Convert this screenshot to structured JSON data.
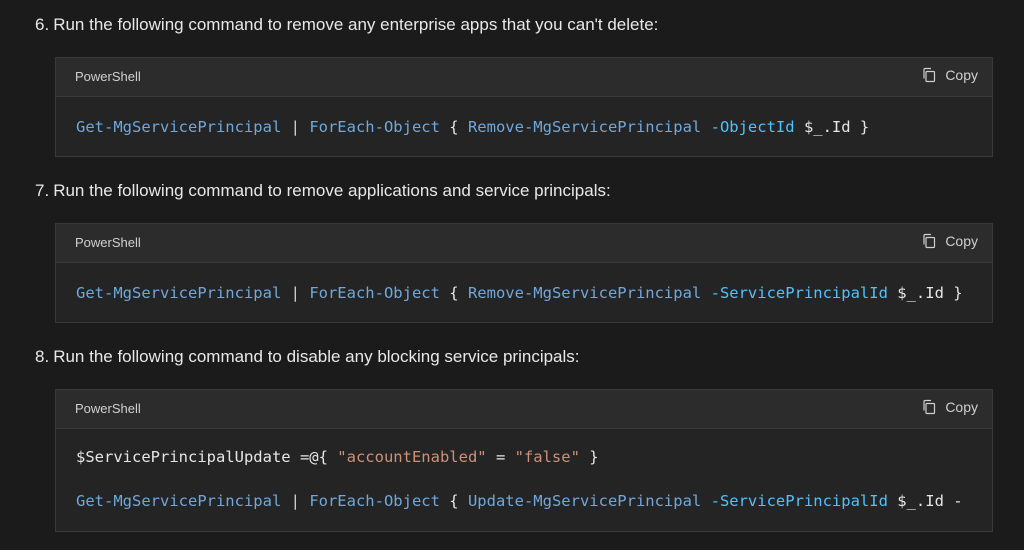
{
  "steps": [
    {
      "number": "6.",
      "text": "Run the following command to remove any enterprise apps that you can't delete:",
      "code_label": "PowerShell",
      "copy_label": "Copy",
      "lines": [
        [
          {
            "t": "Get-MgServicePrincipal",
            "c": "cmd"
          },
          {
            "t": " | ",
            "c": "pipe"
          },
          {
            "t": "ForEach-Object",
            "c": "cmd"
          },
          {
            "t": " { ",
            "c": "plain"
          },
          {
            "t": "Remove-MgServicePrincipal",
            "c": "cmd"
          },
          {
            "t": " ",
            "c": "plain"
          },
          {
            "t": "-ObjectId",
            "c": "param"
          },
          {
            "t": " $_.Id }",
            "c": "plain"
          }
        ]
      ]
    },
    {
      "number": "7.",
      "text": "Run the following command to remove applications and service principals:",
      "code_label": "PowerShell",
      "copy_label": "Copy",
      "lines": [
        [
          {
            "t": "Get-MgServicePrincipal",
            "c": "cmd"
          },
          {
            "t": " | ",
            "c": "pipe"
          },
          {
            "t": "ForEach-Object",
            "c": "cmd"
          },
          {
            "t": " { ",
            "c": "plain"
          },
          {
            "t": "Remove-MgServicePrincipal",
            "c": "cmd"
          },
          {
            "t": " ",
            "c": "plain"
          },
          {
            "t": "-ServicePrincipalId",
            "c": "param"
          },
          {
            "t": " $_.Id }",
            "c": "plain"
          }
        ]
      ]
    },
    {
      "number": "8.",
      "text": "Run the following command to disable any blocking service principals:",
      "code_label": "PowerShell",
      "copy_label": "Copy",
      "lines": [
        [
          {
            "t": "$ServicePrincipalUpdate =@{ ",
            "c": "plain"
          },
          {
            "t": "\"accountEnabled\"",
            "c": "str"
          },
          {
            "t": " = ",
            "c": "plain"
          },
          {
            "t": "\"false\"",
            "c": "str"
          },
          {
            "t": " }",
            "c": "plain"
          }
        ],
        [
          {
            "t": "Get-MgServicePrincipal",
            "c": "cmd"
          },
          {
            "t": " | ",
            "c": "pipe"
          },
          {
            "t": "ForEach-Object",
            "c": "cmd"
          },
          {
            "t": " { ",
            "c": "plain"
          },
          {
            "t": "Update-MgServicePrincipal",
            "c": "cmd"
          },
          {
            "t": " ",
            "c": "plain"
          },
          {
            "t": "-ServicePrincipalId",
            "c": "param"
          },
          {
            "t": " $_.Id -",
            "c": "plain"
          }
        ]
      ]
    }
  ]
}
